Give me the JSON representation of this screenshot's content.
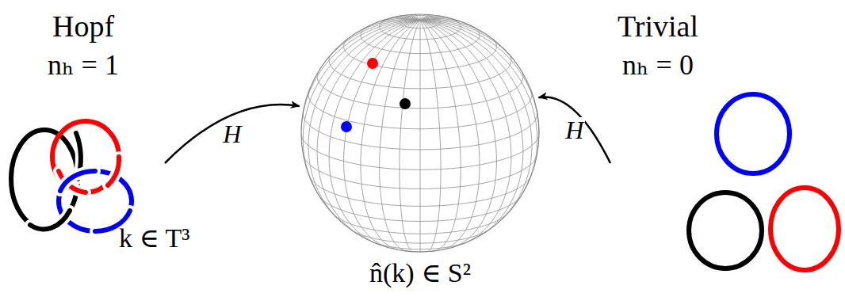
{
  "diagram": {
    "nodes": [
      {
        "text": [
          "Hopf",
          "nₕ = 1"
        ]
      },
      {
        "text": [
          "n̂(k) ∈ S²"
        ]
      },
      {
        "text": [
          "Trivial",
          "nₕ = 0"
        ]
      }
    ],
    "edges": [
      {
        "from": 0,
        "to": 1,
        "arrow": "to",
        "label": "H"
      },
      {
        "from": 2,
        "to": 1,
        "arrow": "to",
        "label": "H"
      }
    ],
    "labels": [
      "k ∈ T³"
    ]
  }
}
